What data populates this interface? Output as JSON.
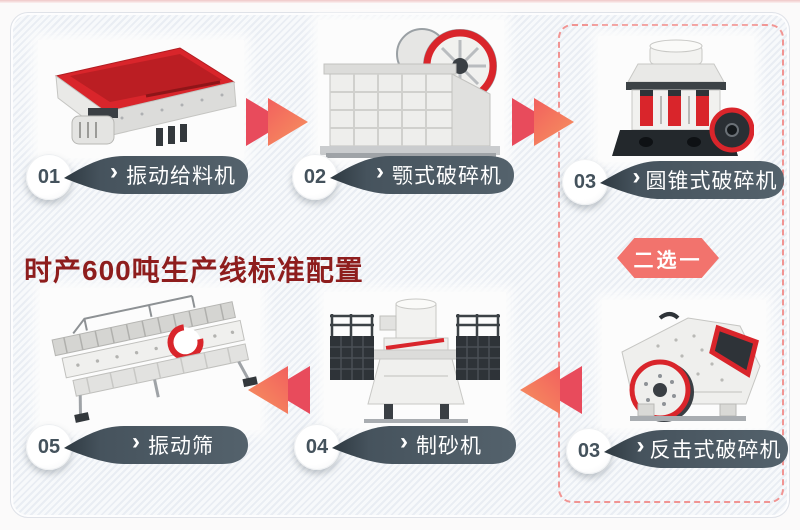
{
  "title": "时产600吨生产线标准配置",
  "choice_badge": "二选一",
  "chevron": "›",
  "stations": [
    {
      "number": "01",
      "label": "振动给料机",
      "machine": "vibrating-feeder"
    },
    {
      "number": "02",
      "label": "颚式破碎机",
      "machine": "jaw-crusher"
    },
    {
      "number": "03",
      "label": "圆锥式破碎机",
      "machine": "cone-crusher"
    },
    {
      "number": "03",
      "label": "反击式破碎机",
      "machine": "impact-crusher"
    },
    {
      "number": "04",
      "label": "制砂机",
      "machine": "sand-maker"
    },
    {
      "number": "05",
      "label": "振动筛",
      "machine": "vibrating-screen"
    }
  ],
  "colors": {
    "arrow_crimson": "#e84b5c",
    "arrow_coral": "#f58a5e",
    "badge_pink": "#f2736d",
    "dashed_border": "#f19492",
    "label_pill_dark": "#46535d",
    "title_red": "#8e1d1d",
    "machine_red": "#d9252b",
    "background": "#f0f3f7"
  }
}
